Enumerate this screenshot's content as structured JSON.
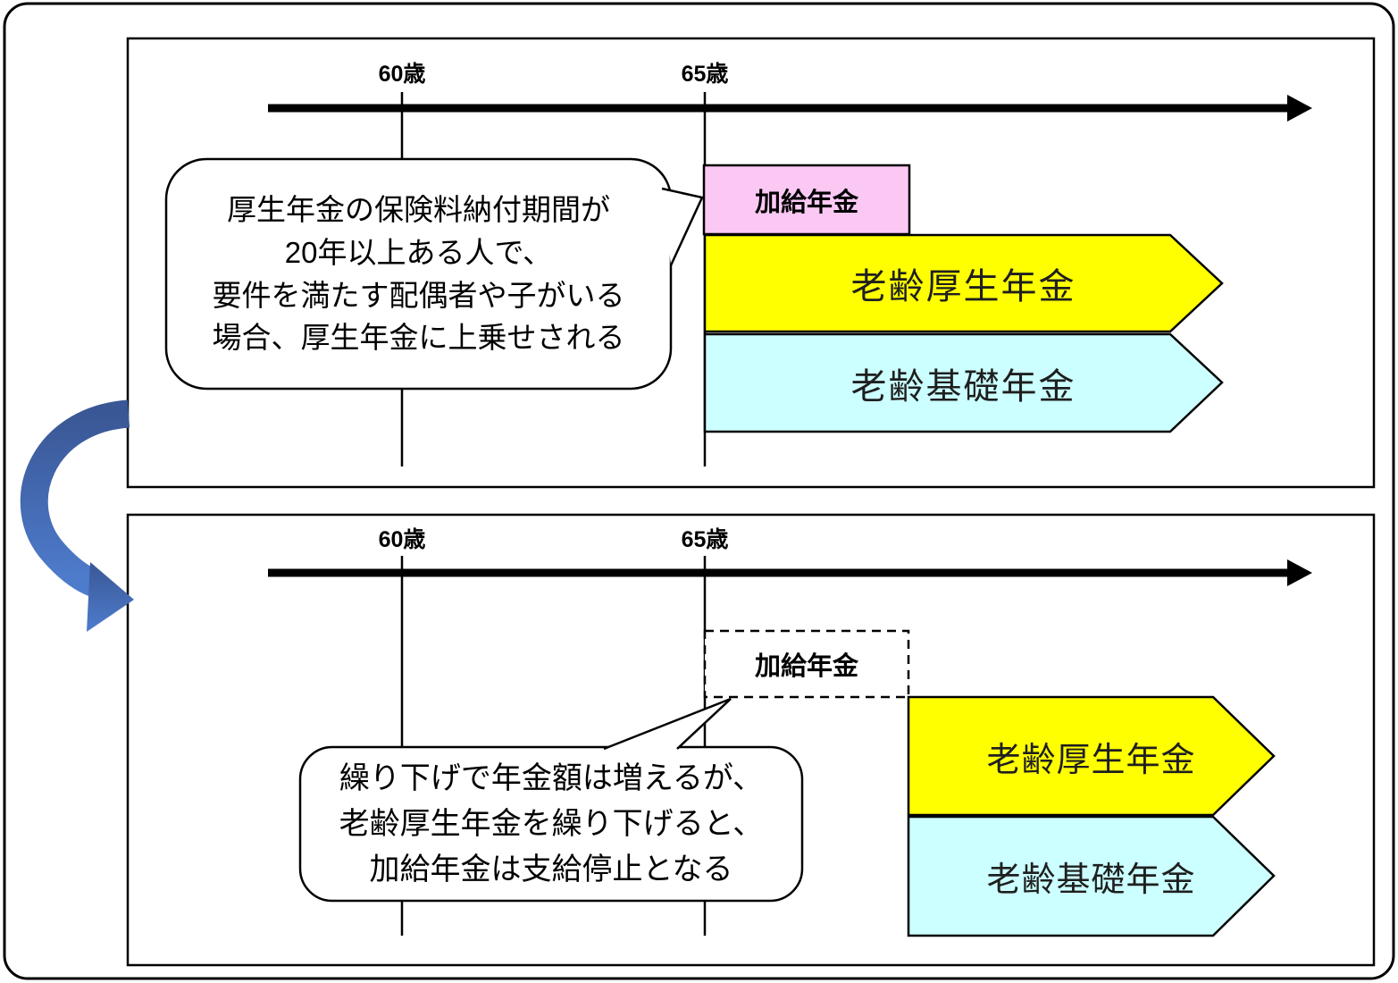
{
  "colors": {
    "kakyuu_fill": "#FBC8F4",
    "kousei_fill": "#FFFF00",
    "kiso_fill": "#CCFFFF",
    "bubble_fill": "#FFFFFF",
    "line": "#000000",
    "cycle_arrow_dark": "#3A5795",
    "cycle_arrow_light": "#4E7CCD"
  },
  "top_panel": {
    "age_60": "60歳",
    "age_65": "65歳",
    "kakyuu": "加給年金",
    "kousei": "老齢厚生年金",
    "kiso": "老齢基礎年金",
    "bubble_lines": [
      "厚生年金の保険料納付期間が",
      "20年以上ある人で、",
      "要件を満たす配偶者や子がいる",
      "場合、厚生年金に上乗せされる"
    ]
  },
  "bottom_panel": {
    "age_60": "60歳",
    "age_65": "65歳",
    "kakyuu": "加給年金",
    "kousei": "老齢厚生年金",
    "kiso": "老齢基礎年金",
    "bubble_lines": [
      "繰り下げで年金額は増えるが、",
      "老齢厚生年金を繰り下げると、",
      "加給年金は支給停止となる"
    ]
  }
}
